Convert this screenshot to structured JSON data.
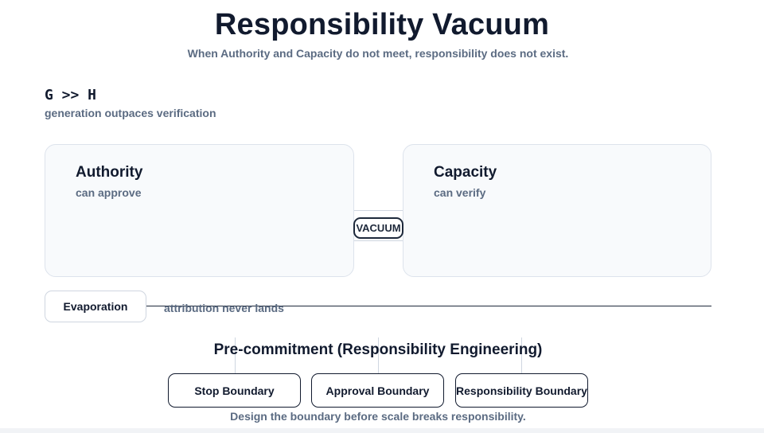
{
  "header": {
    "title": "Responsibility Vacuum",
    "subtitle": "When Authority and Capacity do not meet, responsibility does not exist."
  },
  "formula": {
    "expression": "G >> H",
    "caption": "generation outpaces verification"
  },
  "panels": {
    "authority": {
      "title": "Authority",
      "subtitle": "can approve"
    },
    "capacity": {
      "title": "Capacity",
      "subtitle": "can verify"
    }
  },
  "gap": {
    "label": "VACUUM"
  },
  "evaporation": {
    "label": "Evaporation",
    "caption": "attribution never lands"
  },
  "precommitment": {
    "title": "Pre-commitment (Responsibility Engineering)",
    "boundaries": [
      "Stop Boundary",
      "Approval Boundary",
      "Responsibility Boundary"
    ],
    "footer": "Design the boundary before scale breaks responsibility."
  },
  "colors": {
    "ink": "#111a2e",
    "muted": "#5b6b82",
    "panel_fill": "#f8fafc",
    "panel_border": "#dde3ec"
  }
}
